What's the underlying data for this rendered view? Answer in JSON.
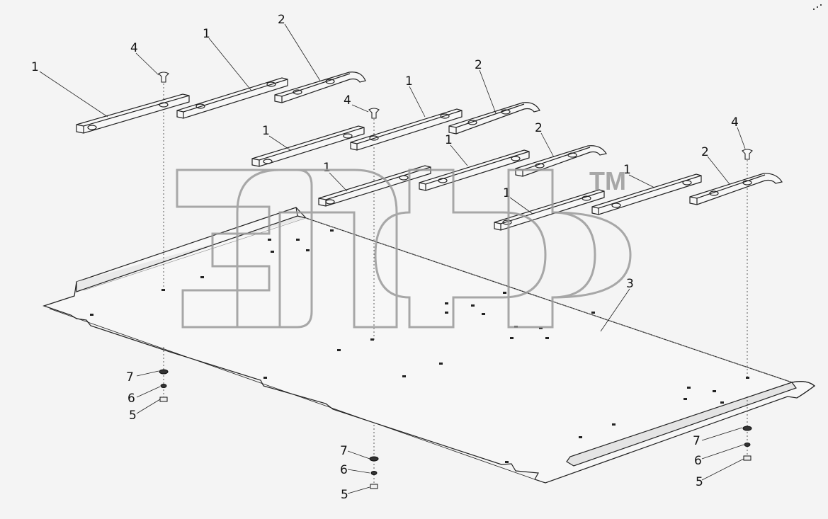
{
  "diagram": {
    "callouts": {
      "strip": "1",
      "bent_strip": "2",
      "floor_panel": "3",
      "bolt": "4",
      "nut": "5",
      "spring_washer": "6",
      "flat_washer": "7"
    },
    "watermark": {
      "text": "ЭПФ",
      "trademark": "TM"
    }
  }
}
